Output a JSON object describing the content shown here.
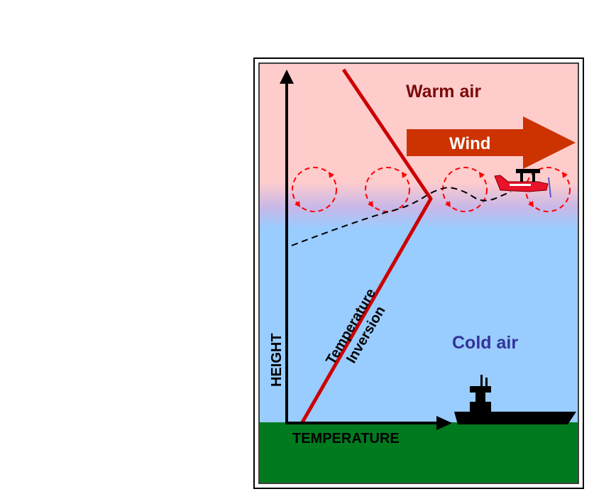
{
  "labels": {
    "warm_air": "Warm air",
    "wind": "Wind",
    "cold_air": "Cold air",
    "height": "HEIGHT",
    "temperature": "TEMPERATURE",
    "inversion_line1": "Temperature",
    "inversion_line2": "Inversion"
  },
  "colors": {
    "warm_air_bg": "#ffcccc",
    "cold_air_bg": "#99ccff",
    "ground": "#007a1e",
    "temperature_line": "#cc0000",
    "wind_arrow": "#cc3300",
    "warm_air_text": "#7a0a0a",
    "cold_air_text": "#333399",
    "eddy": "#ff0000",
    "flight_path": "#000000",
    "airplane": "#e8122a",
    "tower": "#000000"
  }
}
